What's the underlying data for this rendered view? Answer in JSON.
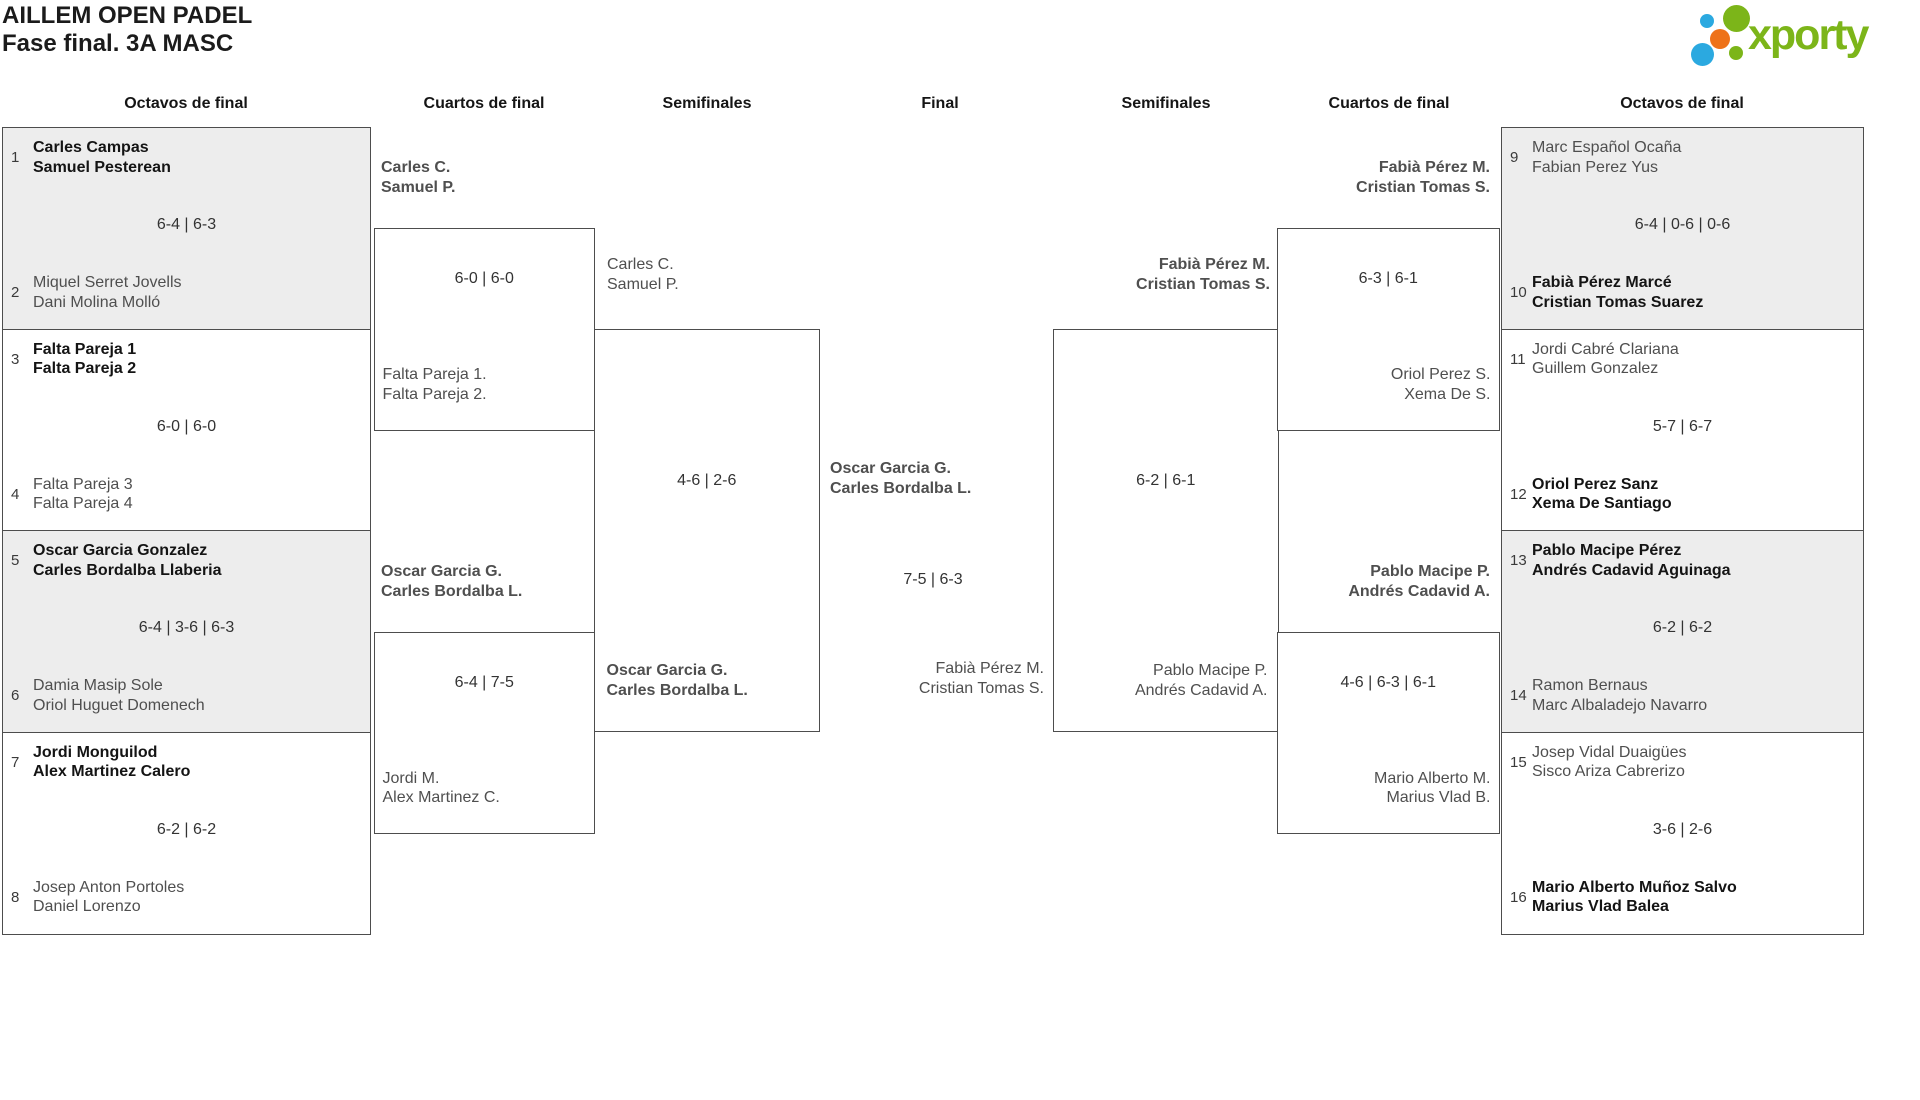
{
  "title": "AILLEM OPEN PADEL\nFase final. 3A MASC",
  "logo": {
    "brand": "xporty"
  },
  "rounds": [
    "Octavos de final",
    "Cuartos de final",
    "Semifinales",
    "Final",
    "Semifinales",
    "Cuartos de final",
    "Octavos de final"
  ],
  "octavos_left": [
    {
      "seed_top": "1",
      "team_top": "Carles Campas\nSamuel Pesterean",
      "score": "6-4 | 6-3",
      "seed_bottom": "2",
      "team_bottom": "Miquel Serret Jovells\nDani Molina Molló",
      "winner": "top"
    },
    {
      "seed_top": "3",
      "team_top": "Falta Pareja 1\nFalta Pareja 2",
      "score": "6-0 | 6-0",
      "seed_bottom": "4",
      "team_bottom": "Falta Pareja 3\nFalta Pareja 4",
      "winner": "top"
    },
    {
      "seed_top": "5",
      "team_top": "Oscar Garcia Gonzalez\nCarles Bordalba Llaberia",
      "score": "6-4 | 3-6 | 6-3",
      "seed_bottom": "6",
      "team_bottom": "Damia Masip Sole\nOriol Huguet Domenech",
      "winner": "top"
    },
    {
      "seed_top": "7",
      "team_top": "Jordi Monguilod\nAlex Martinez Calero",
      "score": "6-2 | 6-2",
      "seed_bottom": "8",
      "team_bottom": "Josep Anton Portoles\nDaniel Lorenzo",
      "winner": "top"
    }
  ],
  "cuartos_left": [
    {
      "team_top": "Carles C.\nSamuel P.",
      "score": "6-0 | 6-0",
      "team_bottom": "Falta Pareja 1.\nFalta Pareja 2.",
      "winner": "top"
    },
    {
      "team_top": "Oscar Garcia G.\nCarles Bordalba L.",
      "score": "6-4 | 7-5",
      "team_bottom": "Jordi M.\nAlex Martinez C.",
      "winner": "top"
    }
  ],
  "semifinal_left": {
    "team_top": "Carles C.\nSamuel P.",
    "score": "4-6 | 2-6",
    "team_bottom": "Oscar Garcia G.\nCarles Bordalba L.",
    "winner": "bottom"
  },
  "final": {
    "team_top": "Oscar Garcia G.\nCarles Bordalba L.",
    "score": "7-5 | 6-3",
    "team_bottom": "Fabià Pérez M.\nCristian Tomas S.",
    "winner": "top"
  },
  "semifinal_right": {
    "team_top": "Fabià Pérez M.\nCristian Tomas S.",
    "score": "6-2 | 6-1",
    "team_bottom": "Pablo Macipe P.\nAndrés Cadavid A.",
    "winner": "top"
  },
  "cuartos_right": [
    {
      "team_top": "Fabià Pérez M.\nCristian Tomas S.",
      "score": "6-3 | 6-1",
      "team_bottom": "Oriol Perez S.\nXema De S.",
      "winner": "top"
    },
    {
      "team_top": "Pablo Macipe P.\nAndrés Cadavid A.",
      "score": "4-6 | 6-3 | 6-1",
      "team_bottom": "Mario Alberto M.\nMarius Vlad B.",
      "winner": "top"
    }
  ],
  "octavos_right": [
    {
      "seed_top": "9",
      "team_top": "Marc Español Ocaña\nFabian Perez Yus",
      "score": "6-4 | 0-6 | 0-6",
      "seed_bottom": "10",
      "team_bottom": "Fabià Pérez Marcé\nCristian Tomas Suarez",
      "winner": "bottom"
    },
    {
      "seed_top": "11",
      "team_top": "Jordi Cabré Clariana\nGuillem Gonzalez",
      "score": "5-7 | 6-7",
      "seed_bottom": "12",
      "team_bottom": "Oriol Perez Sanz\nXema De Santiago",
      "winner": "bottom"
    },
    {
      "seed_top": "13",
      "team_top": "Pablo Macipe Pérez\nAndrés Cadavid Aguinaga",
      "score": "6-2 | 6-2",
      "seed_bottom": "14",
      "team_bottom": "Ramon Bernaus\nMarc Albaladejo Navarro",
      "winner": "top"
    },
    {
      "seed_top": "15",
      "team_top": "Josep Vidal Duaigües\nSisco Ariza Cabrerizo",
      "score": "3-6 | 2-6",
      "seed_bottom": "16",
      "team_bottom": "Mario Alberto Muñoz Salvo\nMarius Vlad Balea",
      "winner": "bottom"
    }
  ],
  "colors": {
    "brand_green": "#7cb519",
    "brand_blue": "#2ba9e0",
    "brand_orange": "#ee7219",
    "winner_text": "#141414",
    "loser_text": "#4f4f4f",
    "box_border": "#4d4d4d",
    "box_fill_alt": "#ededed"
  }
}
